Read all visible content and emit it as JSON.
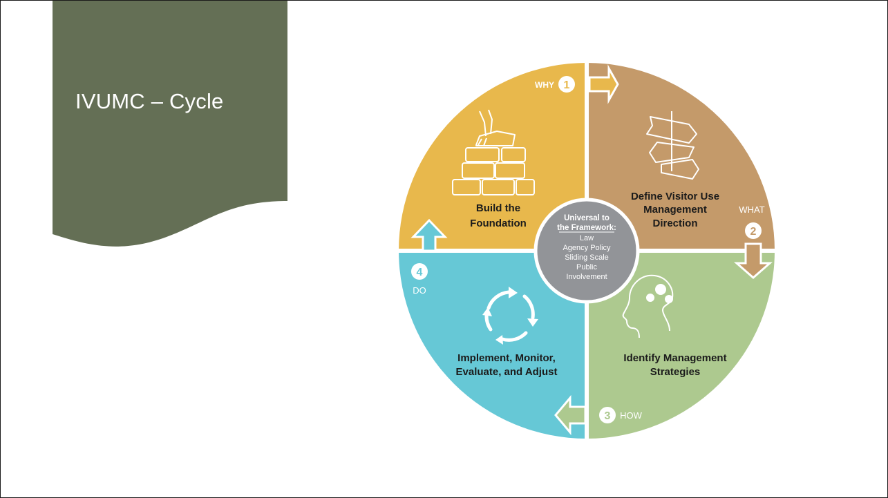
{
  "slide": {
    "title": "IVUMC – Cycle",
    "banner_color": "#646f55"
  },
  "diagram": {
    "center": {
      "heading_line1": "Universal to",
      "heading_line2": "the Framework:",
      "items": [
        "Law",
        "Agency Policy",
        "Sliding Scale",
        "Public",
        "Involvement"
      ]
    },
    "quadrants": [
      {
        "id": "why",
        "number": "1",
        "tag": "WHY",
        "label_line1": "Build the",
        "label_line2": "Foundation",
        "color": "#e8b84c",
        "icon": "hand-bricks-icon"
      },
      {
        "id": "what",
        "number": "2",
        "tag": "WHAT",
        "label_line1": "Define Visitor Use",
        "label_line2": "Management",
        "label_line3": "Direction",
        "color": "#c49a6a",
        "icon": "signpost-icon"
      },
      {
        "id": "how",
        "number": "3",
        "tag": "HOW",
        "label_line1": "Identify Management",
        "label_line2": "Strategies",
        "color": "#adc98f",
        "icon": "head-gears-icon"
      },
      {
        "id": "do",
        "number": "4",
        "tag": "DO",
        "label_line1": "Implement, Monitor,",
        "label_line2": "Evaluate, and Adjust",
        "color": "#66c8d6",
        "icon": "cycle-arrows-icon"
      }
    ]
  }
}
